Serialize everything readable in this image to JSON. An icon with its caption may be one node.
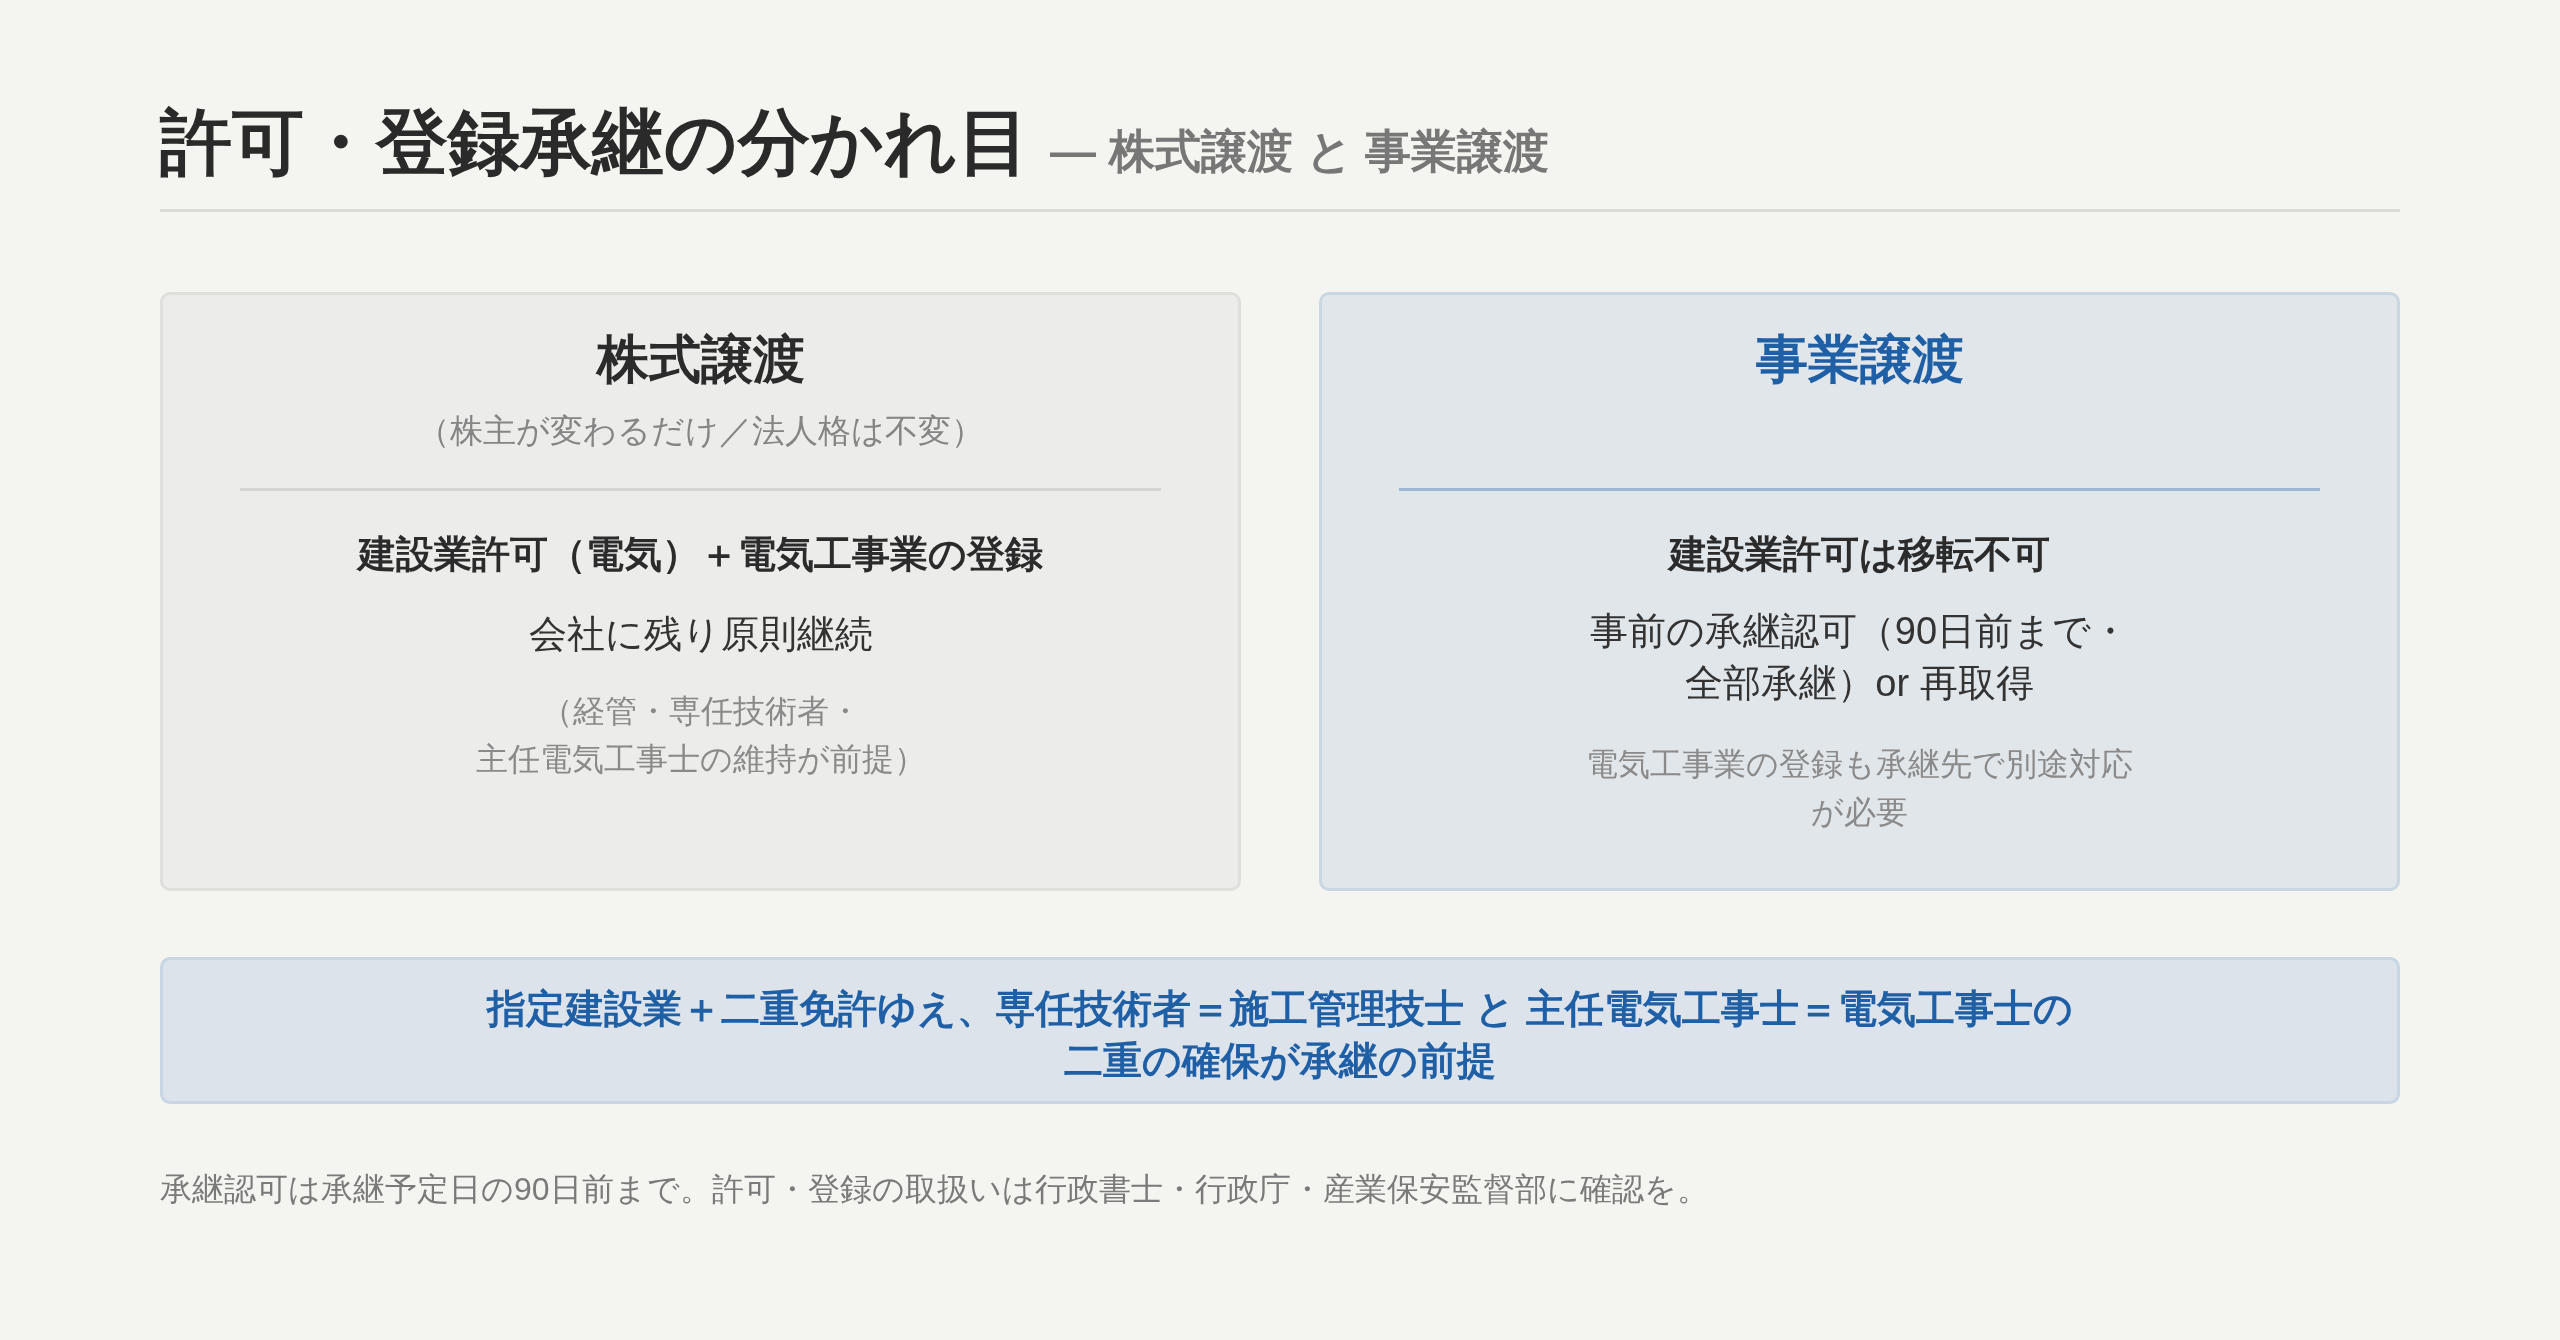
{
  "diagram": {
    "title": "許可・登録承継の分かれ目",
    "nodes": [
      {
        "text": [
          "株式譲渡",
          "（株主が変わるだけ／法人格は不変）",
          "建設業許可（電気）＋電気工事業の登録",
          "会社に残り原則継続",
          "（経管・専任技術者・主任電気工事士の維持が前提）"
        ]
      },
      {
        "text": [
          "事業譲渡",
          "建設業許可は移転不可",
          "事前の承継認可（90日前まで・全部承継）or 再取得",
          "電気工事業の登録も承継先で別途対応が必要"
        ]
      },
      {
        "text": [
          "指定建設業＋二重免許ゆえ、専任技術者＝施工管理技士 と 主任電気工事士＝電気工事士の二重の確保が承継の前提"
        ]
      }
    ],
    "labels": [
      "— 株式譲渡 と 事業譲渡",
      "承継認可は承継予定日の90日前まで。許可・登録の取扱いは行政書士・行政庁・産業保安監督部に確認を。"
    ]
  }
}
